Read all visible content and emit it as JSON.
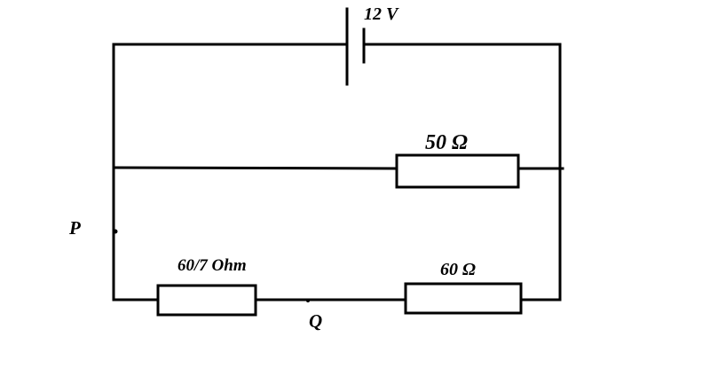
{
  "battery": {
    "label": "12 V"
  },
  "resistors": {
    "top": {
      "label": "50 Ω"
    },
    "bottom_left": {
      "label": "60/7 Ohm"
    },
    "bottom_right": {
      "label": "60 Ω"
    }
  },
  "points": {
    "p": {
      "label": "P"
    },
    "q": {
      "label": "Q"
    }
  },
  "colors": {
    "line": "#000000",
    "background": "#ffffff"
  }
}
